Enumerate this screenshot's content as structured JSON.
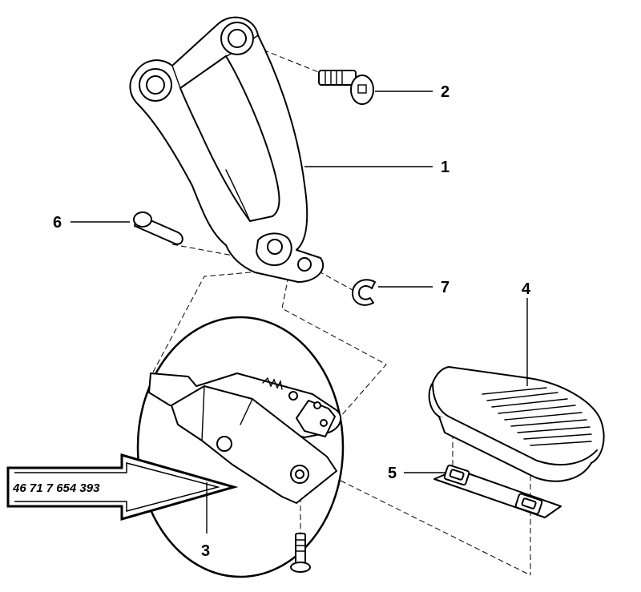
{
  "callouts": [
    {
      "id": "1",
      "label": "1"
    },
    {
      "id": "2",
      "label": "2"
    },
    {
      "id": "3",
      "label": "3"
    },
    {
      "id": "4",
      "label": "4"
    },
    {
      "id": "5",
      "label": "5"
    },
    {
      "id": "6",
      "label": "6"
    },
    {
      "id": "7",
      "label": "7"
    }
  ],
  "part_number": "46 71 7 654 393",
  "colors": {
    "line": "#000000",
    "background": "#ffffff"
  }
}
